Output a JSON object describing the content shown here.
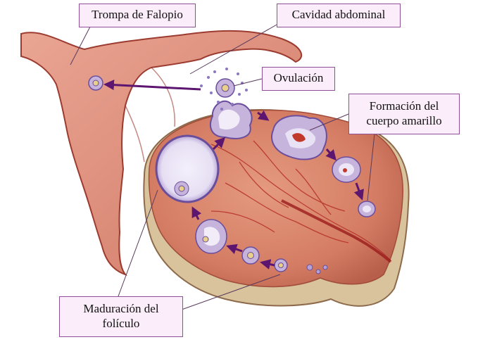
{
  "labels": {
    "trompa": "Trompa de Falopio",
    "cavidad": "Cavidad abdominal",
    "ovulacion": "Ovulación",
    "formacion_line1": "Formación del",
    "formacion_line2": "cuerpo amarillo",
    "maduracion_line1": "Maduración del",
    "maduracion_line2": "folículo"
  },
  "colors": {
    "ovary_tissue": "#d9826a",
    "ovary_dark": "#b45b47",
    "tube": "#e0927f",
    "tube_edge": "#9c3b2f",
    "capsule": "#d8c39d",
    "follicle_fill": "#c6b4dc",
    "follicle_edge": "#6a4e9c",
    "arrow": "#5c1670",
    "label_bg": "#fbeefa",
    "label_border": "#8e4f96"
  }
}
